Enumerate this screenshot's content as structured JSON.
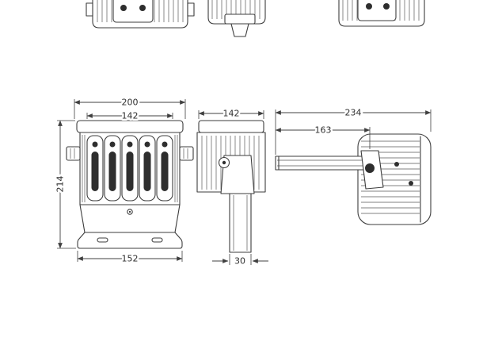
{
  "drawing": {
    "front_view": {
      "width_outer": "200",
      "width_inner": "142",
      "height": "214",
      "base_width": "152"
    },
    "side_view": {
      "depth": "142",
      "pole_width": "30"
    },
    "profile_view": {
      "total_depth": "234",
      "arm_length": "163"
    }
  }
}
